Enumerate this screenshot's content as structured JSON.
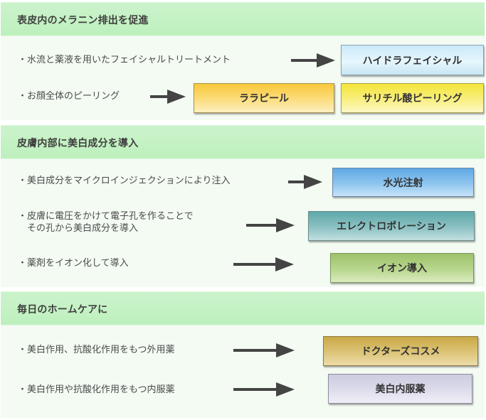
{
  "sections": [
    {
      "title": "表皮内のメラニン排出を促進",
      "items": [
        {
          "text": "・水流と薬液を用いたフェイシャルトリートメント",
          "targets": [
            "ハイドラフェイシャル"
          ]
        },
        {
          "text": "・お顔全体のピーリング",
          "targets": [
            "ララピール",
            "サリチル酸ピーリング"
          ]
        }
      ]
    },
    {
      "title": "皮膚内部に美白成分を導入",
      "items": [
        {
          "text": "・美白成分をマイクロインジェクションにより注入",
          "targets": [
            "水光注射"
          ]
        },
        {
          "text_line1": "・皮膚に電圧をかけて電子孔を作ることで",
          "text_line2": "その孔から美白成分を導入",
          "targets": [
            "エレクトロポレーション"
          ]
        },
        {
          "text": "・薬剤をイオン化して導入",
          "targets": [
            "イオン導入"
          ]
        }
      ]
    },
    {
      "title": "毎日のホームケアに",
      "items": [
        {
          "text": "・美白作用、抗酸化作用をもつ外用薬",
          "targets": [
            "ドクターズコスメ"
          ]
        },
        {
          "text": "・美白作用や抗酸化作用をもつ内服薬",
          "targets": [
            "美白内服薬"
          ]
        }
      ]
    }
  ],
  "icons": {
    "arrow": "right-arrow-icon"
  },
  "colors": {
    "header_bg": "#c4f1c4",
    "section_bg": "#f3fbf3",
    "text": "#4a4a4a",
    "arrow": "#444444",
    "box_hydra": "#d8eff9",
    "box_lala": "#fbd664",
    "box_salicylic": "#f6ea5c",
    "box_mizu": "#7db8ea",
    "box_electro": "#80b9bb",
    "box_ion": "#b0d084",
    "box_doctor": "#d6ba68",
    "box_naifuku": "#d9d8ea"
  }
}
